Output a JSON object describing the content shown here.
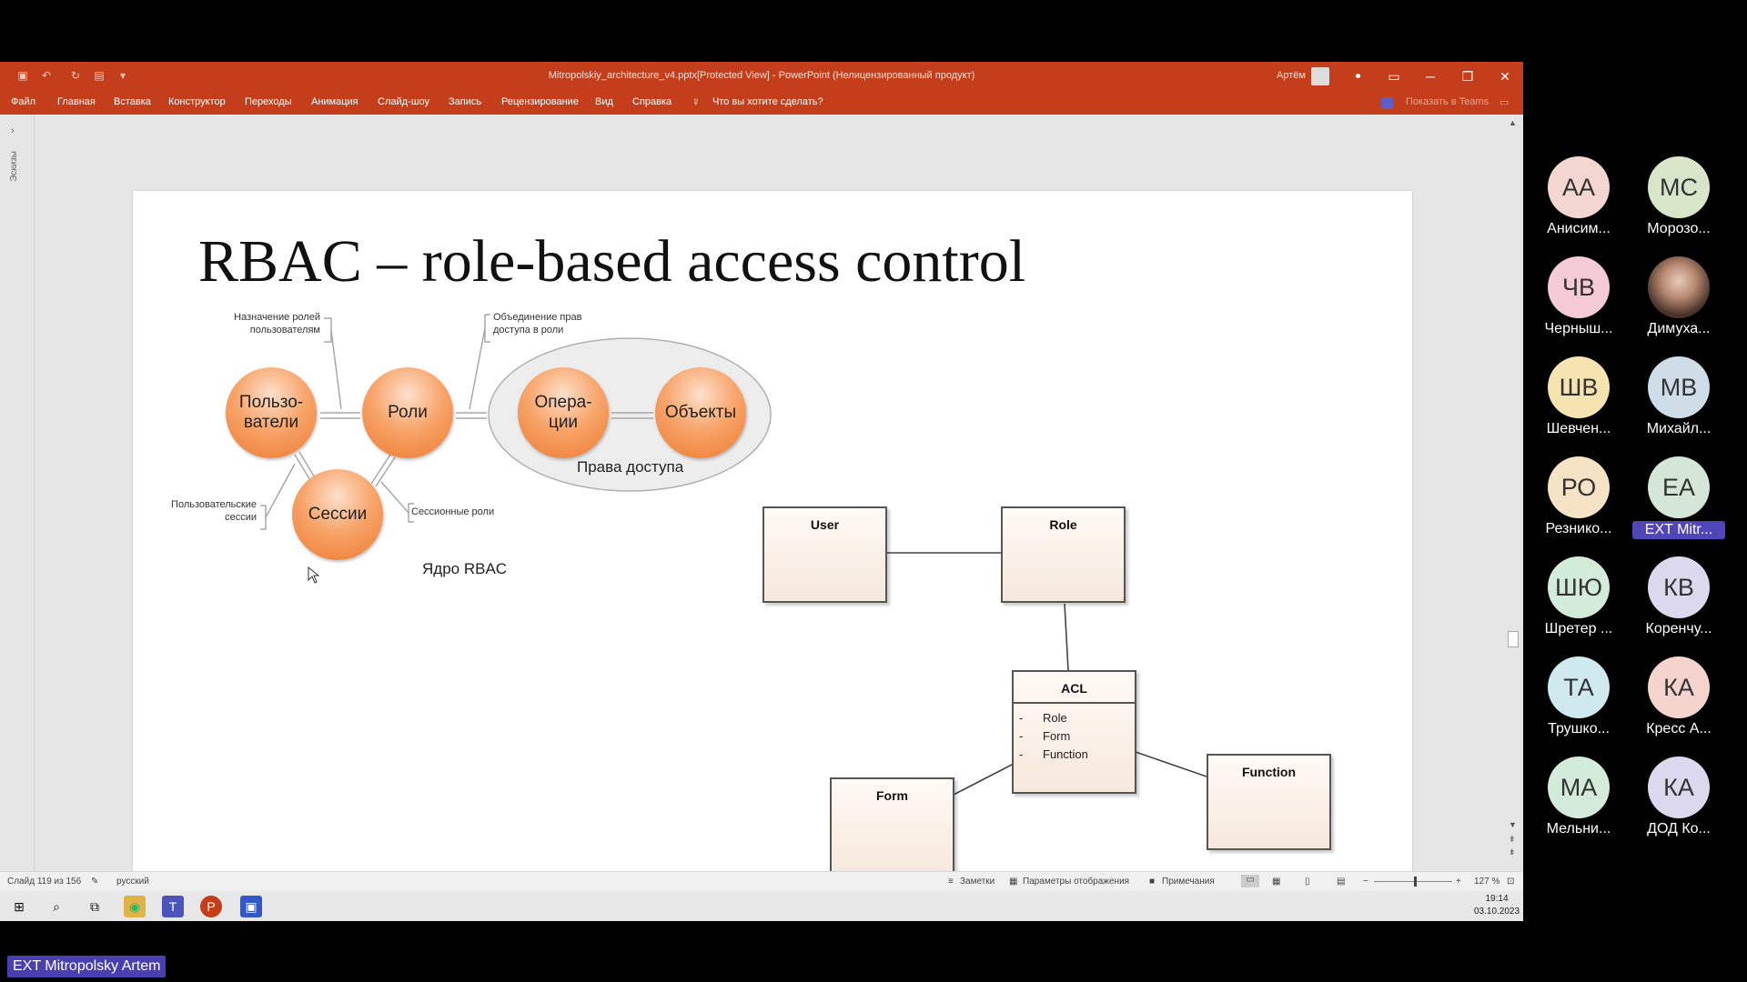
{
  "window": {
    "title": "Mitropolskiy_architecture_v4.pptx[Protected View]  -  PowerPoint (Нелицензированный продукт)",
    "user": "Артём"
  },
  "ribbon": {
    "tabs": [
      "Файл",
      "Главная",
      "Вставка",
      "Конструктор",
      "Переходы",
      "Анимация",
      "Слайд-шоу",
      "Запись",
      "Рецензирование",
      "Вид",
      "Справка"
    ],
    "search": "Что вы хотите сделать?",
    "share": "Показать в Teams"
  },
  "thumbpane": {
    "label": "Эскизы"
  },
  "slide": {
    "title": "RBAC – role-based access control",
    "circles": {
      "users": "Пользо-\nватели",
      "roles": "Роли",
      "ops": "Опера-\nции",
      "objects": "Объекты",
      "sessions": "Сессии"
    },
    "group_label": "Права доступа",
    "core_label": "Ядро RBAC",
    "annotations": {
      "assign": "Назначение ролей\nпользователям",
      "merge": "Объединение прав\nдоступа в роли",
      "user_sessions": "Пользовательские\nсессии",
      "session_roles": "Сессионные роли"
    },
    "uml": {
      "user": "User",
      "role": "Role",
      "acl": "ACL",
      "acl_items": [
        "Role",
        "Form",
        "Function"
      ],
      "acl_bullet": "-",
      "form": "Form",
      "function": "Function"
    }
  },
  "status": {
    "slide": "Слайд 119 из 156",
    "lang": "русский",
    "notes": "Заметки",
    "display": "Параметры отображения",
    "comments": "Примечания",
    "zoom": "127 %"
  },
  "taskbar": {
    "time": "19:14",
    "date": "03.10.2023"
  },
  "participants": [
    {
      "initials": "АА",
      "name": "Анисим...",
      "color": "#f3d6cf"
    },
    {
      "initials": "МС",
      "name": "Морозо...",
      "color": "#d7e6c9"
    },
    {
      "initials": "ЧВ",
      "name": "Черныш...",
      "color": "#f4cad5"
    },
    {
      "initials": "",
      "name": "Димуха...",
      "color": "#6b5044"
    },
    {
      "initials": "ШВ",
      "name": "Шевчен...",
      "color": "#f5e3b0"
    },
    {
      "initials": "МВ",
      "name": "Михайл...",
      "color": "#cfdde8"
    },
    {
      "initials": "РО",
      "name": "Резнико...",
      "color": "#f6e2c4"
    },
    {
      "initials": "ЕА",
      "name": "EXT Mitr...",
      "color": "#d3e6d8"
    },
    {
      "initials": "ШЮ",
      "name": "Шретер ...",
      "color": "#d2ecd9"
    },
    {
      "initials": "КВ",
      "name": "Коренчу...",
      "color": "#dcd8ee"
    },
    {
      "initials": "ТА",
      "name": "Трушко...",
      "color": "#cfe9ef"
    },
    {
      "initials": "КА",
      "name": "Кресс А...",
      "color": "#f4d4cc"
    },
    {
      "initials": "МА",
      "name": "Мельни...",
      "color": "#d3ecd9"
    },
    {
      "initials": "КА",
      "name": "ДОД Ко...",
      "color": "#dcd8ee"
    }
  ],
  "presenter": "EXT Mitropolsky Artem"
}
